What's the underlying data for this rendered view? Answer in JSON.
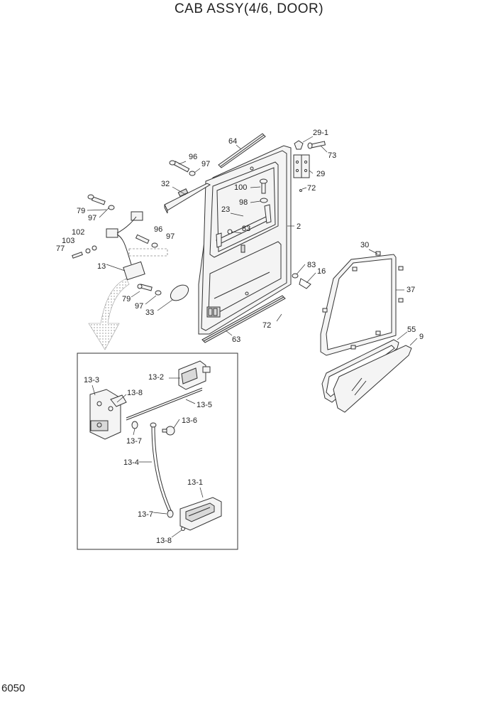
{
  "title": "CAB ASSY(4/6, DOOR)",
  "page_number": "6050",
  "callouts": {
    "c64": "64",
    "c29_1": "29-1",
    "c73": "73",
    "c96a": "96",
    "c97a": "97",
    "c29": "29",
    "c32": "32",
    "c72a": "72",
    "c100": "100",
    "c98": "98",
    "c79a": "79",
    "c97b": "97",
    "c23": "23",
    "c2": "2",
    "c83a": "83",
    "c102": "102",
    "c96b": "96",
    "c97c": "97",
    "c103": "103",
    "c77": "77",
    "c13": "13",
    "c30": "30",
    "c83b": "83",
    "c16": "16",
    "c37": "37",
    "c79b": "79",
    "c97d": "97",
    "c33": "33",
    "c72b": "72",
    "c63": "63",
    "c55": "55",
    "c9": "9",
    "d13_3": "13-3",
    "d13_2": "13-2",
    "d13_8a": "13-8",
    "d13_5": "13-5",
    "d13_6": "13-6",
    "d13_7a": "13-7",
    "d13_4": "13-4",
    "d13_1": "13-1",
    "d13_7b": "13-7",
    "d13_8b": "13-8"
  }
}
